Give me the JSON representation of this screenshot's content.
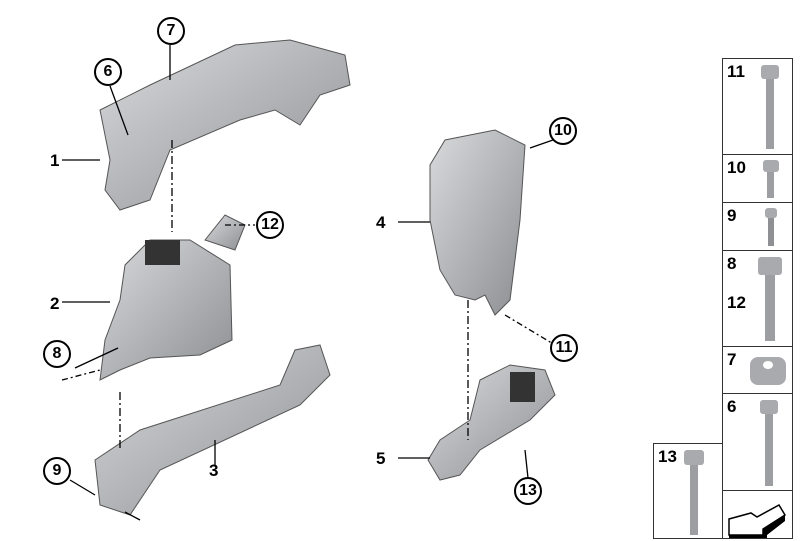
{
  "callouts": {
    "part_1": "1",
    "part_2": "2",
    "part_3": "3",
    "part_4": "4",
    "part_5": "5",
    "part_6": "6",
    "part_7": "7",
    "part_8": "8",
    "part_9": "9",
    "part_10": "10",
    "part_11": "11",
    "part_12": "12",
    "part_13": "13"
  },
  "hardware_panel": [
    {
      "label": "11"
    },
    {
      "label": "10"
    },
    {
      "label": "9"
    },
    {
      "label": "8",
      "label2": "12"
    },
    {
      "label": "7"
    },
    {
      "label": "6"
    },
    {
      "label": "13"
    }
  ],
  "colors": {
    "part_gray": "#b4b6b9",
    "part_dark": "#6e7074",
    "line": "#000000"
  }
}
